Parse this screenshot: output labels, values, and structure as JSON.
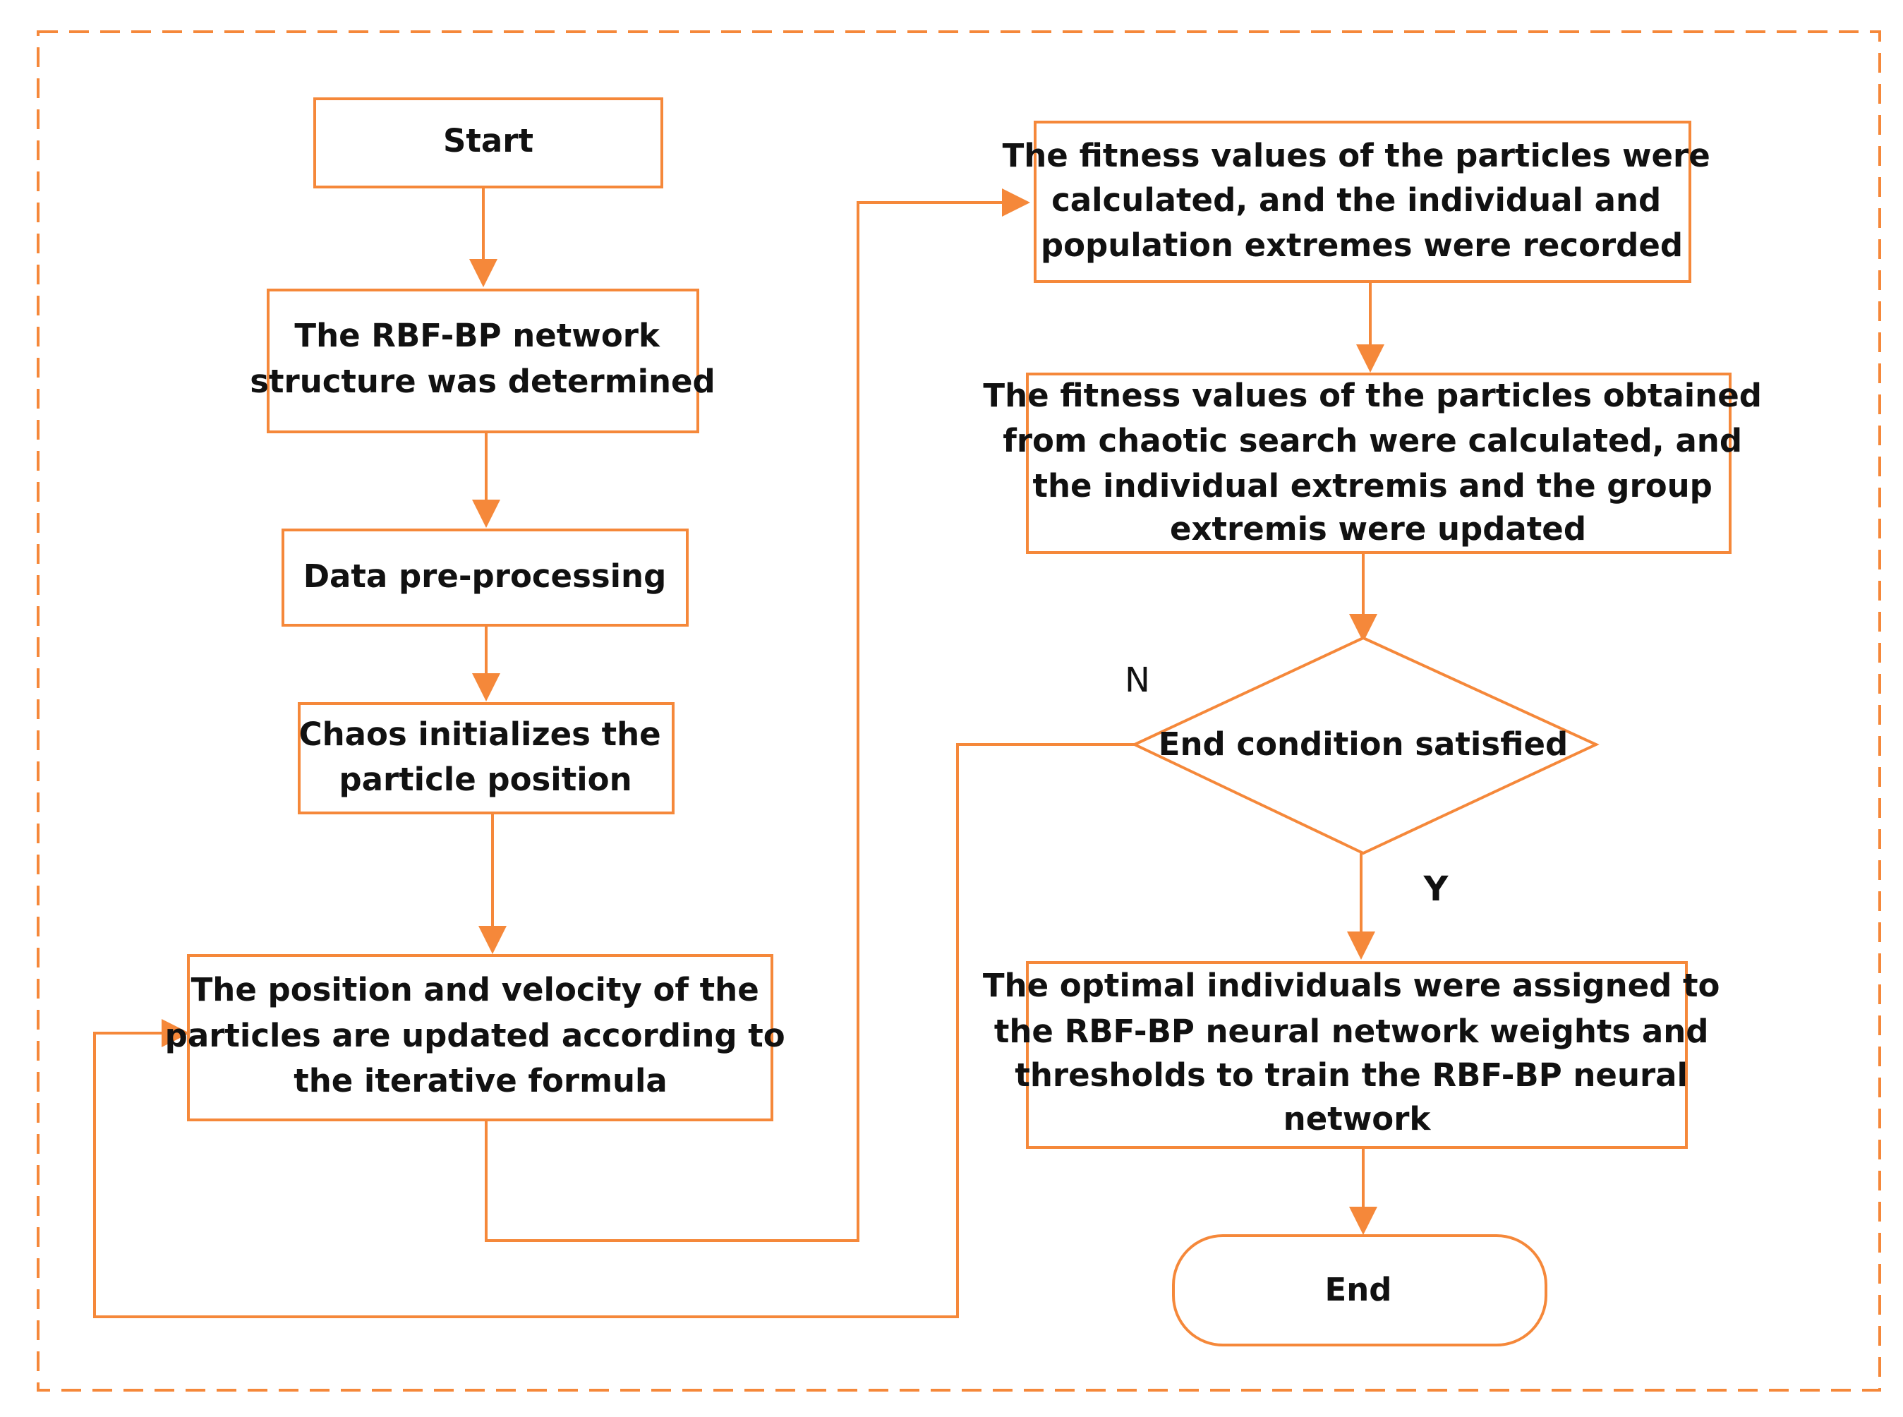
{
  "colors": {
    "accent": "#F5883A",
    "text": "#111111",
    "background": "#FFFFFF"
  },
  "nodes": {
    "start": {
      "lines": [
        "Start"
      ]
    },
    "network": {
      "lines": [
        "The RBF-BP network",
        "structure was determined"
      ]
    },
    "preprocess": {
      "lines": [
        "Data pre-processing"
      ]
    },
    "chaos_init": {
      "lines": [
        "Chaos initializes the",
        "particle position"
      ]
    },
    "update": {
      "lines": [
        "The position and velocity of the",
        "particles are updated according to",
        "the iterative formula"
      ]
    },
    "fitness": {
      "lines": [
        "The fitness values of the particles were",
        "calculated, and the individual and",
        "population extremes were recorded"
      ]
    },
    "chaotic_search": {
      "lines": [
        "The fitness values of the particles obtained",
        "from chaotic search were calculated, and",
        "the individual extremis and the group",
        "extremis were updated"
      ]
    },
    "decision": {
      "lines": [
        "End condition satisfied"
      ]
    },
    "assign": {
      "lines": [
        "The optimal individuals were assigned to",
        "the RBF-BP neural network weights and",
        "thresholds to train the RBF-BP neural",
        "network"
      ]
    },
    "end": {
      "lines": [
        "End"
      ]
    }
  },
  "branch_labels": {
    "no": "N",
    "yes": "Y"
  }
}
